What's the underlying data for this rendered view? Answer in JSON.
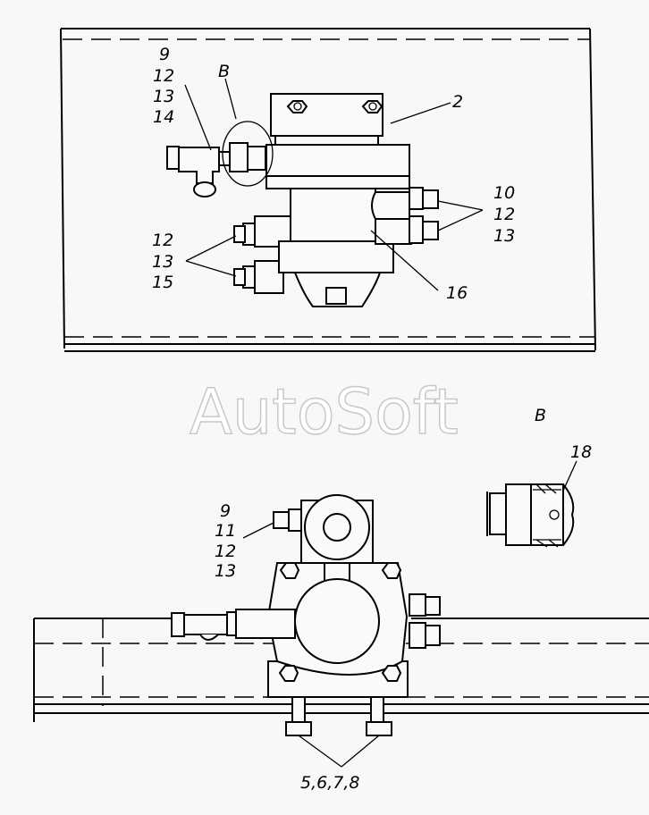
{
  "watermark": "AutoSoft",
  "top_view": {
    "callout_fitting_left": [
      "9",
      "12",
      "13",
      "14"
    ],
    "detail_marker": "B",
    "callout_bracket": "2",
    "callout_right": [
      "10",
      "12",
      "13"
    ],
    "callout_left_lower": [
      "12",
      "13",
      "15"
    ],
    "callout_body": "16"
  },
  "bottom_view": {
    "callout_fitting": [
      "9",
      "11",
      "12",
      "13"
    ],
    "callout_bolts": "5,6,7,8"
  },
  "detail_view": {
    "title": "B",
    "callout": "18"
  }
}
